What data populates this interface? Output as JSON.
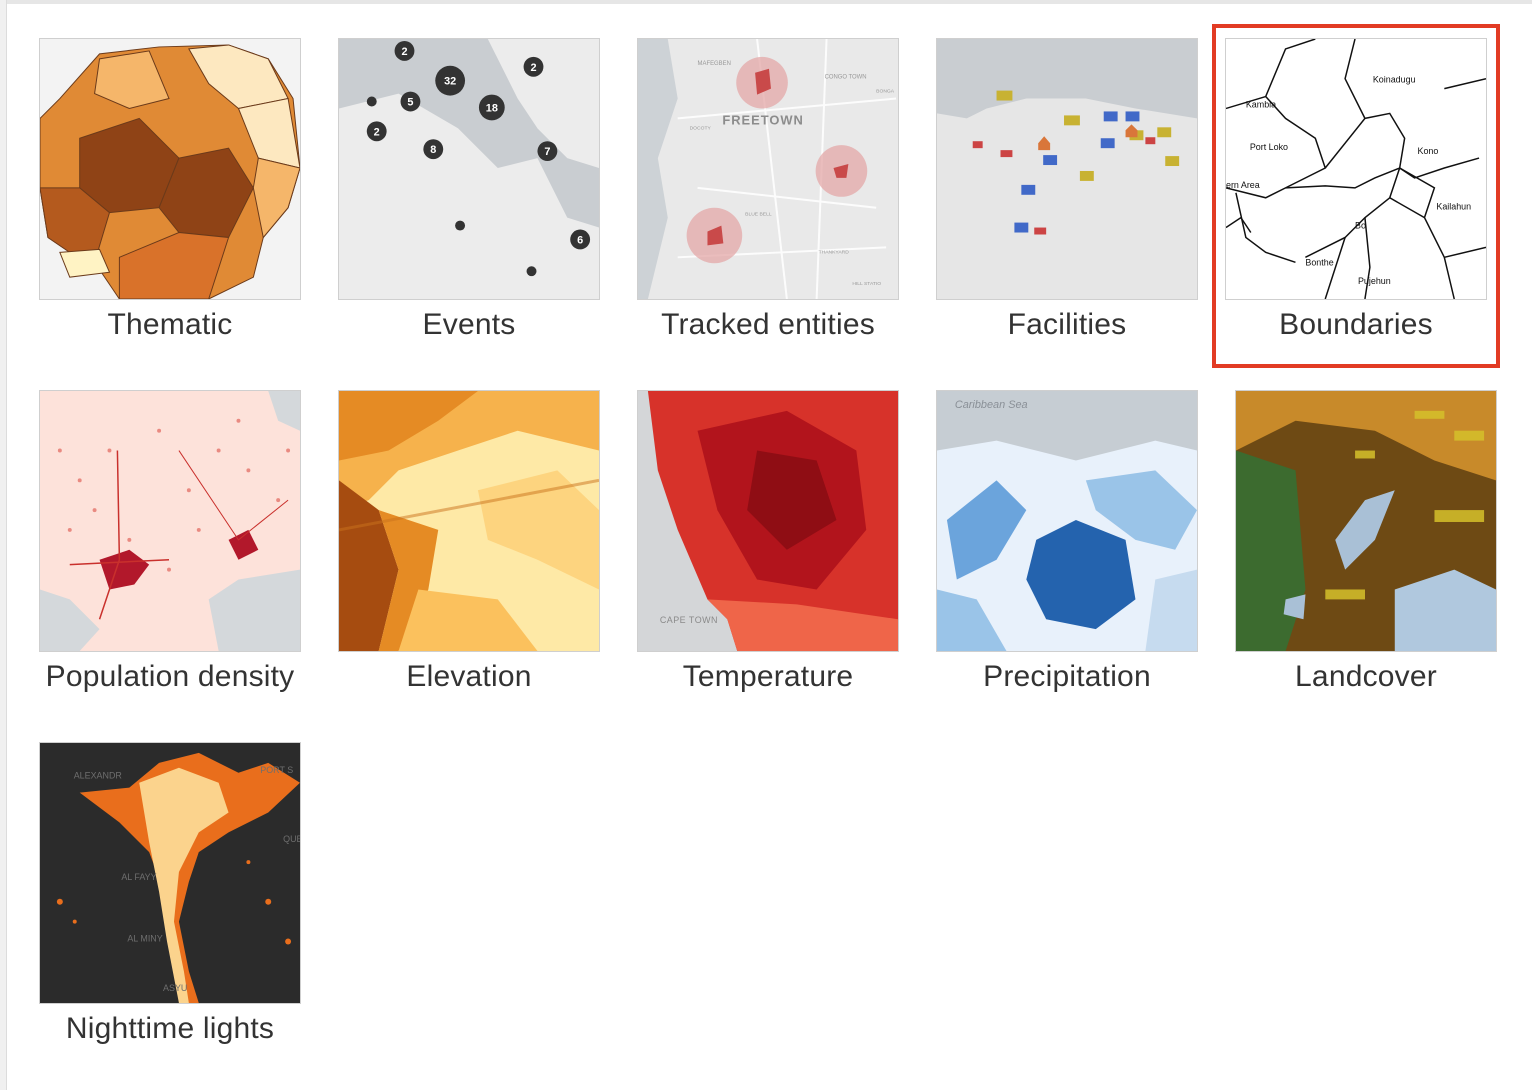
{
  "layers": [
    {
      "label": "Thematic",
      "icon": "thematic-map-thumbnail"
    },
    {
      "label": "Events",
      "icon": "events-map-thumbnail",
      "cluster_counts": [
        "2",
        "32",
        "2",
        "5",
        "18",
        "2",
        "8",
        "7",
        "6"
      ]
    },
    {
      "label": "Tracked entities",
      "icon": "tracked-entities-map-thumbnail",
      "place_names": [
        "MAFEGBEN",
        "CONGO TOWN",
        "BONGA",
        "FREETOWN",
        "DOCOTY",
        "BLUE BELL",
        "THANKYARD",
        "HILL STATIO"
      ]
    },
    {
      "label": "Facilities",
      "icon": "facilities-map-thumbnail"
    },
    {
      "label": "Boundaries",
      "icon": "boundaries-map-thumbnail",
      "selected": true,
      "region_names": [
        "Koinadugu",
        "Kambia",
        "Port Loko",
        "Kono",
        "ern Area",
        "Kailahun",
        "Bo",
        "Bonthe",
        "Pujehun"
      ]
    },
    {
      "label": "Population density",
      "icon": "population-density-map-thumbnail"
    },
    {
      "label": "Elevation",
      "icon": "elevation-map-thumbnail"
    },
    {
      "label": "Temperature",
      "icon": "temperature-map-thumbnail",
      "place_names": [
        "CAPE TOWN"
      ]
    },
    {
      "label": "Precipitation",
      "icon": "precipitation-map-thumbnail",
      "place_names": [
        "Caribbean Sea"
      ]
    },
    {
      "label": "Landcover",
      "icon": "landcover-map-thumbnail"
    },
    {
      "label": "Nighttime lights",
      "icon": "nighttime-lights-map-thumbnail",
      "place_names": [
        "ALEXANDR",
        "PORT S",
        "AL FAYY",
        "AL MINY",
        "ASYU",
        "QUE"
      ]
    }
  ],
  "colors": {
    "selection_outline": "#e23b24",
    "label_text": "#333333",
    "thumb_border": "#cfcfcf"
  }
}
